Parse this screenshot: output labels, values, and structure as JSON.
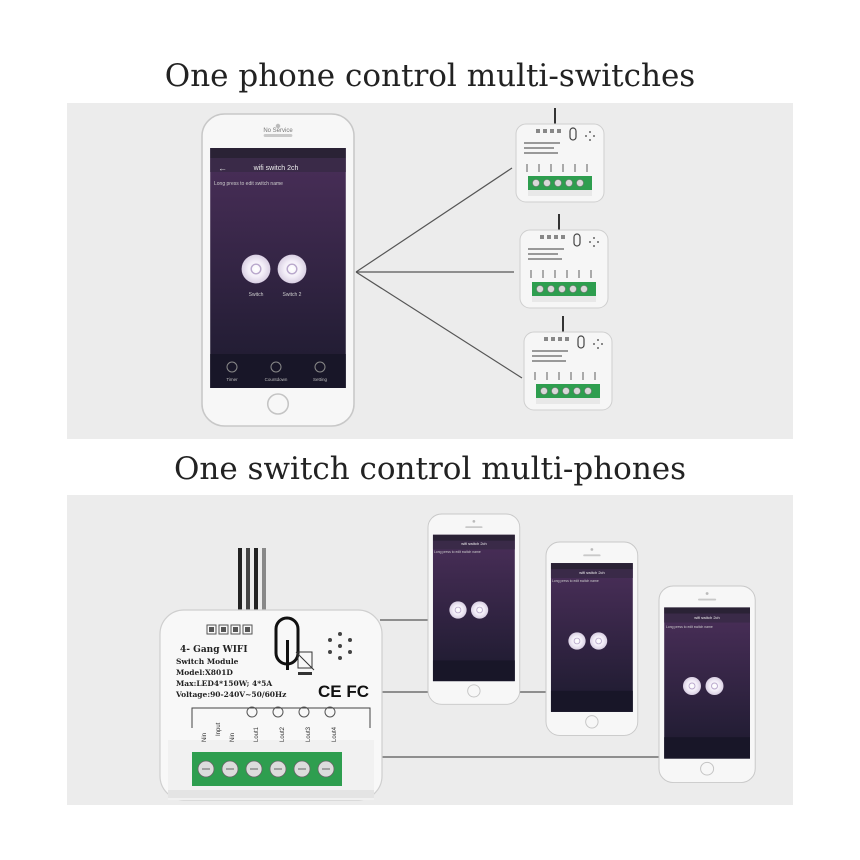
{
  "headings": {
    "top": "One phone control multi-switches",
    "bottom": "One switch control multi-phones"
  },
  "app": {
    "carrier": "No Service",
    "title": "wifi switch 2ch",
    "hint_top": "Long press to edit switch name",
    "hint_small": "Long press to edit switch name",
    "switch1": "Switch",
    "switch2": "Switch 2",
    "nav_time": "Timer",
    "nav_countdown": "Countdown",
    "nav_setting": "Setting"
  },
  "module": {
    "name": "4- Gang WIFI",
    "line1": "Switch Module",
    "line2": "Model:X801D",
    "line3": "Max:LED4*150W; 4*5A",
    "line4": "Voltage:90-240V~50/60Hz",
    "certs": "CE FC",
    "terminals": [
      "Nin",
      "Input",
      "Nin",
      "Lout1",
      "Lout2",
      "Lout3",
      "Lout4"
    ]
  },
  "colors": {
    "screen_top": "#4b2f5a",
    "screen_bottom": "#1c1a2e",
    "terminal_green": "#2e9e4f",
    "panel_bg": "#ececec"
  }
}
